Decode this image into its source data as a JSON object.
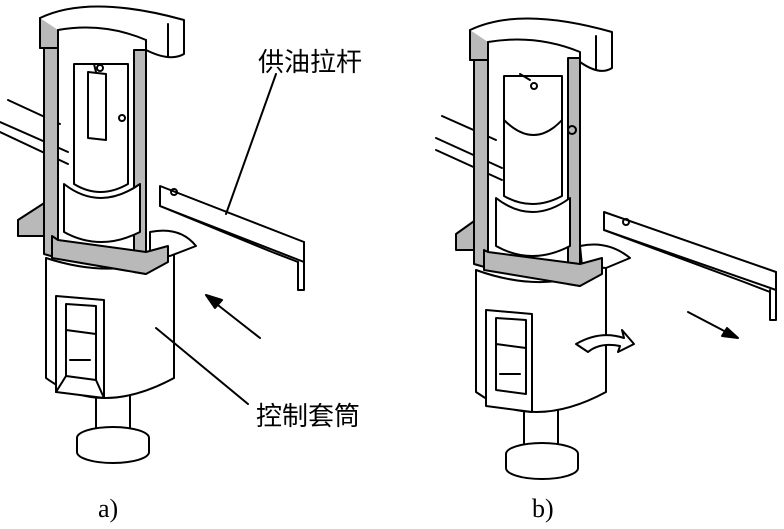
{
  "labels": {
    "supply_rod": "供油拉杆",
    "control_sleeve": "控制套筒"
  },
  "captions": {
    "left": "a)",
    "right": "b)"
  },
  "colors": {
    "line": "#000000",
    "section": "#b9b9b9",
    "fill": "#ffffff"
  }
}
